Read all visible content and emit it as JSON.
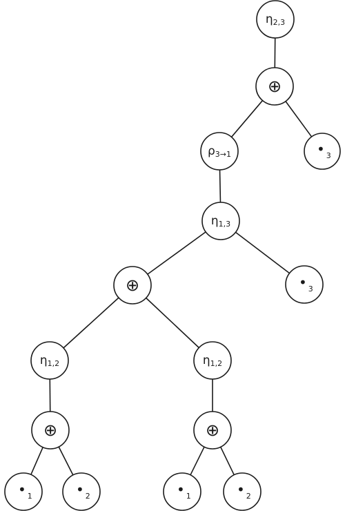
{
  "diagram": {
    "nodes": [
      {
        "id": "eta23",
        "kind": "eta",
        "symbol": "η",
        "sub": "2,3"
      },
      {
        "id": "plus1",
        "kind": "op",
        "symbol": "⊕",
        "sub": ""
      },
      {
        "id": "rho",
        "kind": "eta",
        "symbol": "ρ",
        "sub": "3→1"
      },
      {
        "id": "dot3a",
        "kind": "dot",
        "symbol": "•",
        "sub": "3"
      },
      {
        "id": "eta13",
        "kind": "eta",
        "symbol": "η",
        "sub": "1,3"
      },
      {
        "id": "plus2",
        "kind": "op",
        "symbol": "⊕",
        "sub": ""
      },
      {
        "id": "dot3b",
        "kind": "dot",
        "symbol": "•",
        "sub": "3"
      },
      {
        "id": "eta12a",
        "kind": "eta",
        "symbol": "η",
        "sub": "1,2"
      },
      {
        "id": "eta12b",
        "kind": "eta",
        "symbol": "η",
        "sub": "1,2"
      },
      {
        "id": "plus3",
        "kind": "op",
        "symbol": "⊕",
        "sub": ""
      },
      {
        "id": "plus4",
        "kind": "op",
        "symbol": "⊕",
        "sub": ""
      },
      {
        "id": "dot1a",
        "kind": "dot",
        "symbol": "•",
        "sub": "1"
      },
      {
        "id": "dot2a",
        "kind": "dot",
        "symbol": "•",
        "sub": "2"
      },
      {
        "id": "dot1b",
        "kind": "dot",
        "symbol": "•",
        "sub": "1"
      },
      {
        "id": "dot2b",
        "kind": "dot",
        "symbol": "•",
        "sub": "2"
      }
    ],
    "edges": [
      [
        "eta23",
        "plus1"
      ],
      [
        "plus1",
        "rho"
      ],
      [
        "plus1",
        "dot3a"
      ],
      [
        "rho",
        "eta13"
      ],
      [
        "eta13",
        "plus2"
      ],
      [
        "eta13",
        "dot3b"
      ],
      [
        "plus2",
        "eta12a"
      ],
      [
        "plus2",
        "eta12b"
      ],
      [
        "eta12a",
        "plus3"
      ],
      [
        "eta12b",
        "plus4"
      ],
      [
        "plus3",
        "dot1a"
      ],
      [
        "plus3",
        "dot2a"
      ],
      [
        "plus4",
        "dot1b"
      ],
      [
        "plus4",
        "dot2b"
      ]
    ],
    "colors": {
      "stroke": "#1a1a1a",
      "fill": "#ffffff"
    }
  }
}
